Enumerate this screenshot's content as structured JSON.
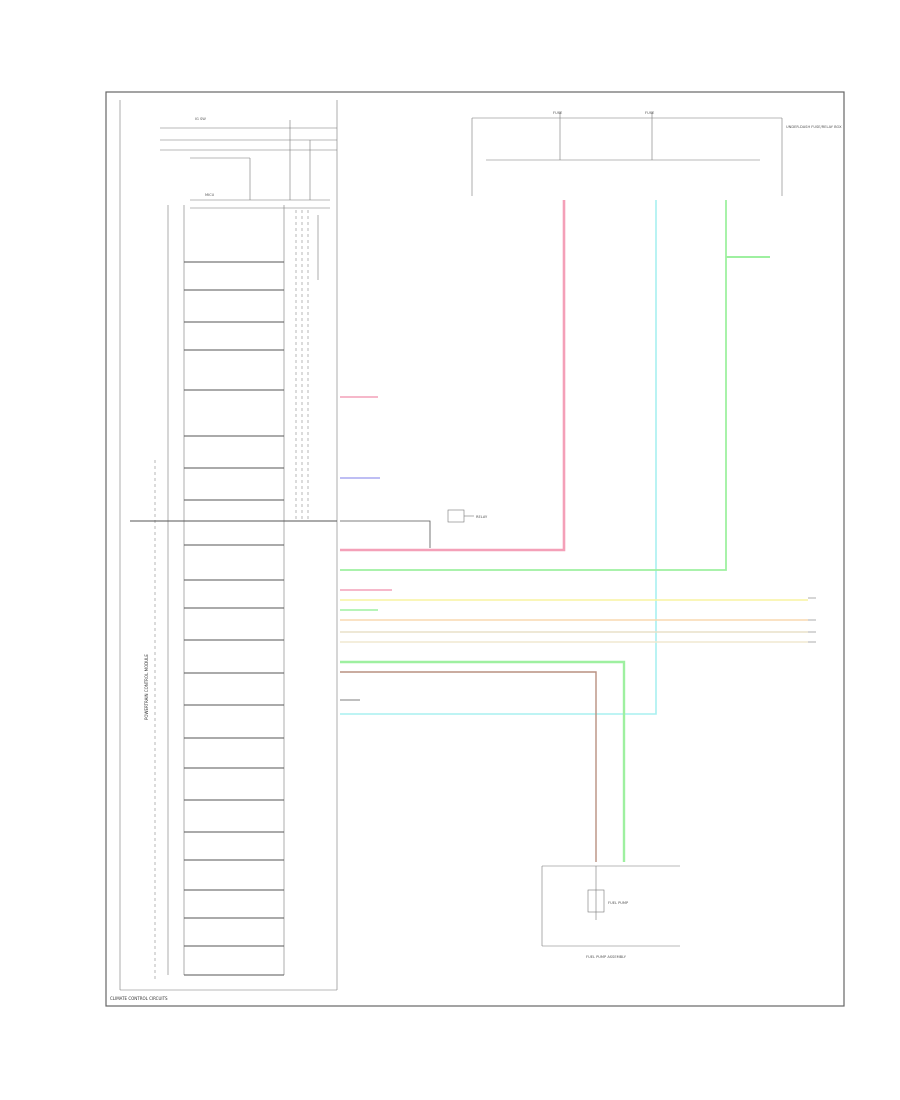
{
  "colors": {
    "pink": "#f4a0b8",
    "cyan": "#a8f0f0",
    "green": "#9ef0a0",
    "yellow": "#f8f4a0",
    "orange": "#f8d8b0",
    "tan": "#e8e0c8",
    "blue": "#a8a8f0",
    "brown": "#b89080",
    "frame": "#666666"
  },
  "labels": {
    "footer": "CLIMATE CONTROL CIRCUITS",
    "ecm_box_name": "FUEL PUMP",
    "ecm_caption": "FUEL PUMP ASSEMBLY",
    "fuse_box_note": "UNDER-DASH FUSE/RELAY BOX",
    "module_vertical": "POWERTRAIN CONTROL MODULE",
    "relay_label": "RELAY"
  }
}
